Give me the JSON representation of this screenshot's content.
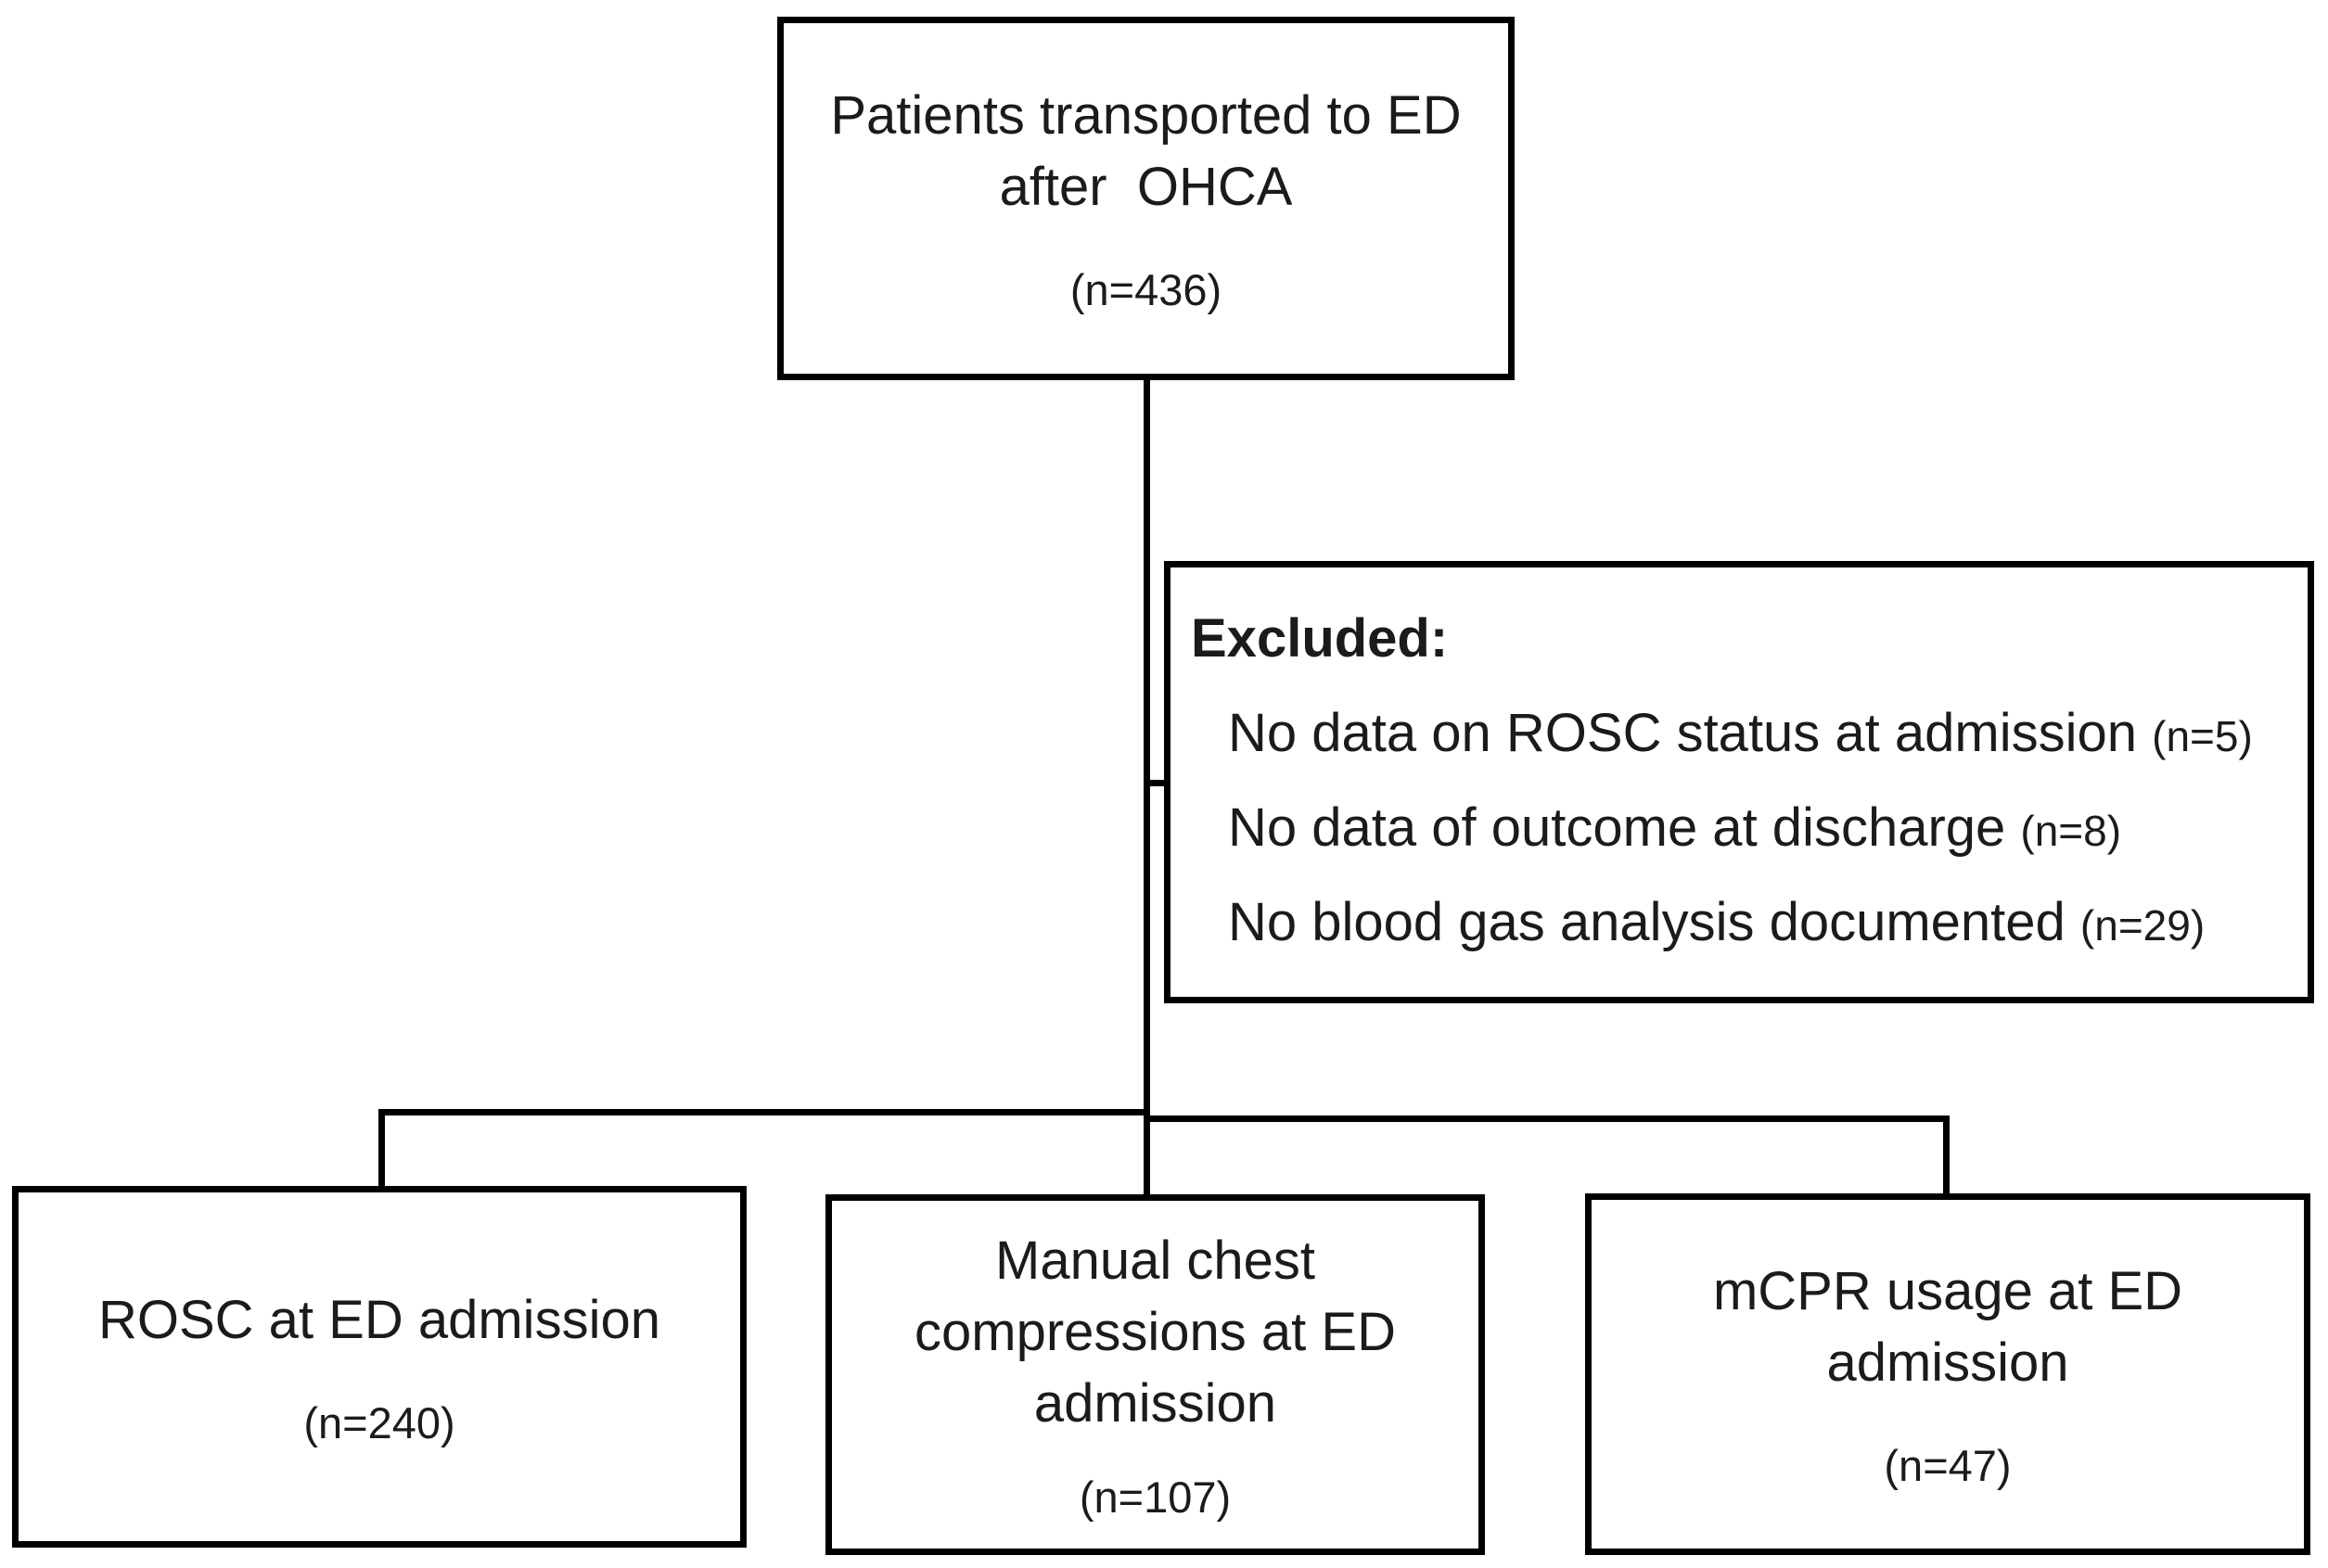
{
  "colors": {
    "background": "#ffffff",
    "border": "#000000",
    "text": "#1b1b1b"
  },
  "diagram": {
    "top_box": {
      "label": "Patients transported to ED\nafter  OHCA",
      "n_label": "(n=436)"
    },
    "excluded_box": {
      "heading": "Excluded:",
      "items": [
        {
          "text": "No data on ROSC status at admission",
          "n_label": "(n=5)"
        },
        {
          "text": "No data of outcome at discharge",
          "n_label": "(n=8)"
        },
        {
          "text": "No blood gas analysis documented",
          "n_label": "(n=29)"
        }
      ]
    },
    "bottom_boxes": [
      {
        "label": "ROSC at ED admission",
        "n_label": "(n=240)"
      },
      {
        "label": "Manual chest\ncompressions at ED\nadmission",
        "n_label": "(n=107)"
      },
      {
        "label": "mCPR usage at ED\nadmission",
        "n_label": "(n=47)"
      }
    ]
  }
}
